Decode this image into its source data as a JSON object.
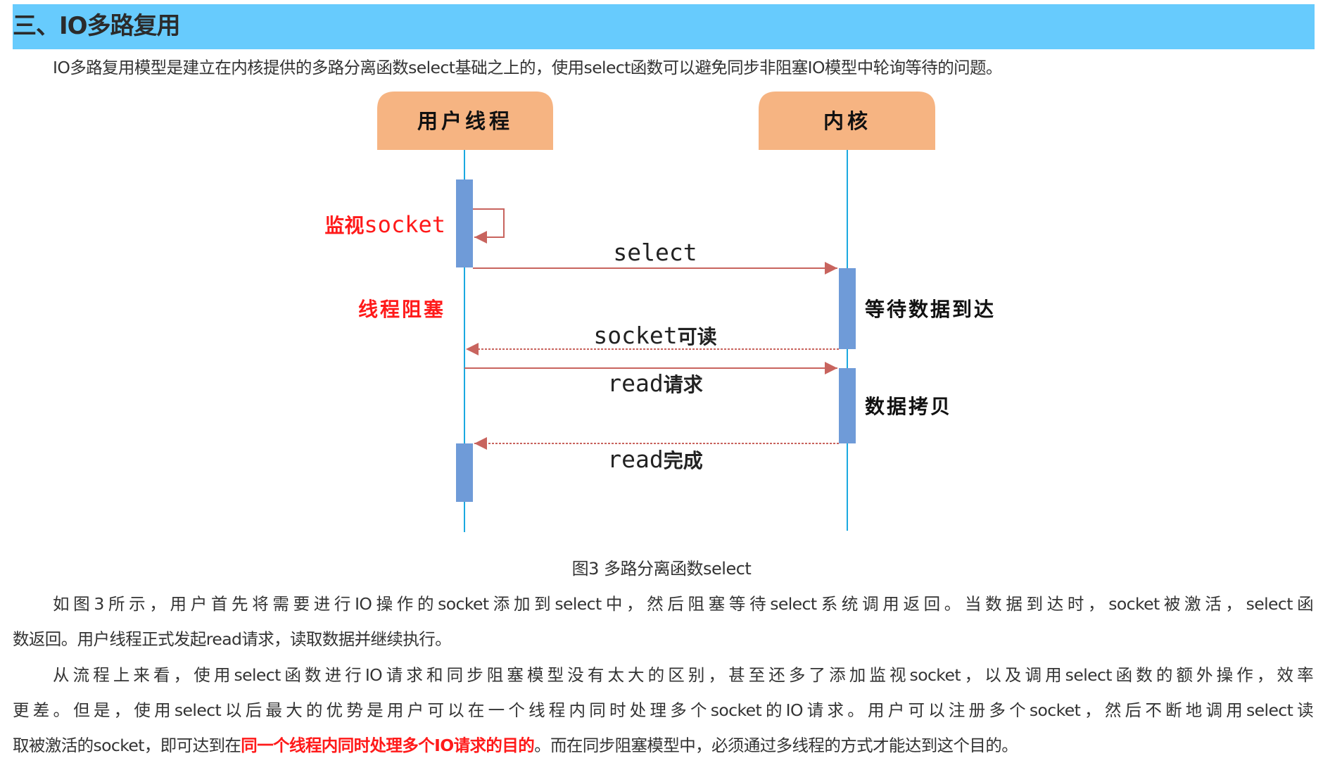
{
  "heading": "三、IO多路复用",
  "intro": "IO多路复用模型是建立在内核提供的多路分离函数select基础之上的，使用select函数可以避免同步非阻塞IO模型中轮询等待的问题。",
  "diagram": {
    "actor_user": "用户线程",
    "actor_kernel": "内核",
    "label_monitor_cn": "监视",
    "label_monitor_en": "socket",
    "label_blocked": "线程阻塞",
    "msg_select": "select",
    "msg_readable_en": "socket",
    "msg_readable_cn": "可读",
    "msg_read_req_en": "read",
    "msg_read_req_cn": "请求",
    "msg_read_done_en": "read",
    "msg_read_done_cn": "完成",
    "kernel_wait": "等待数据到达",
    "kernel_copy": "数据拷贝",
    "colors": {
      "actor_box": "#F6B482",
      "lifeline": "#1AA9E0",
      "activation": "#6F9BD8",
      "arrow": "#C8645E",
      "red_label": "#FF1A1A"
    }
  },
  "caption": "图3 多路分离函数select",
  "paragraph1": [
    "如图3所示，用户首先将需要进行IO操作的socket添加到select中，然后阻塞等待select系统调用返回。当数据到达时，socket被激活，select函",
    "数返回。用户线程正式发起read请求，读取数据并继续执行。"
  ],
  "paragraph2": [
    "从流程上来看，使用select函数进行IO请求和同步阻塞模型没有太大的区别，甚至还多了添加监视socket，以及调用select函数的额外操作，效率",
    "更差。但是，使用select以后最大的优势是用户可以在一个线程内同时处理多个socket的IO请求。用户可以注册多个socket，然后不断地调用select读",
    "取被激活的socket，即可达到在",
    "同一个线程内同时处理多个IO请求的目的",
    "。而在同步阻塞模型中，必须通过多线程的方式才能达到这个目的。"
  ]
}
